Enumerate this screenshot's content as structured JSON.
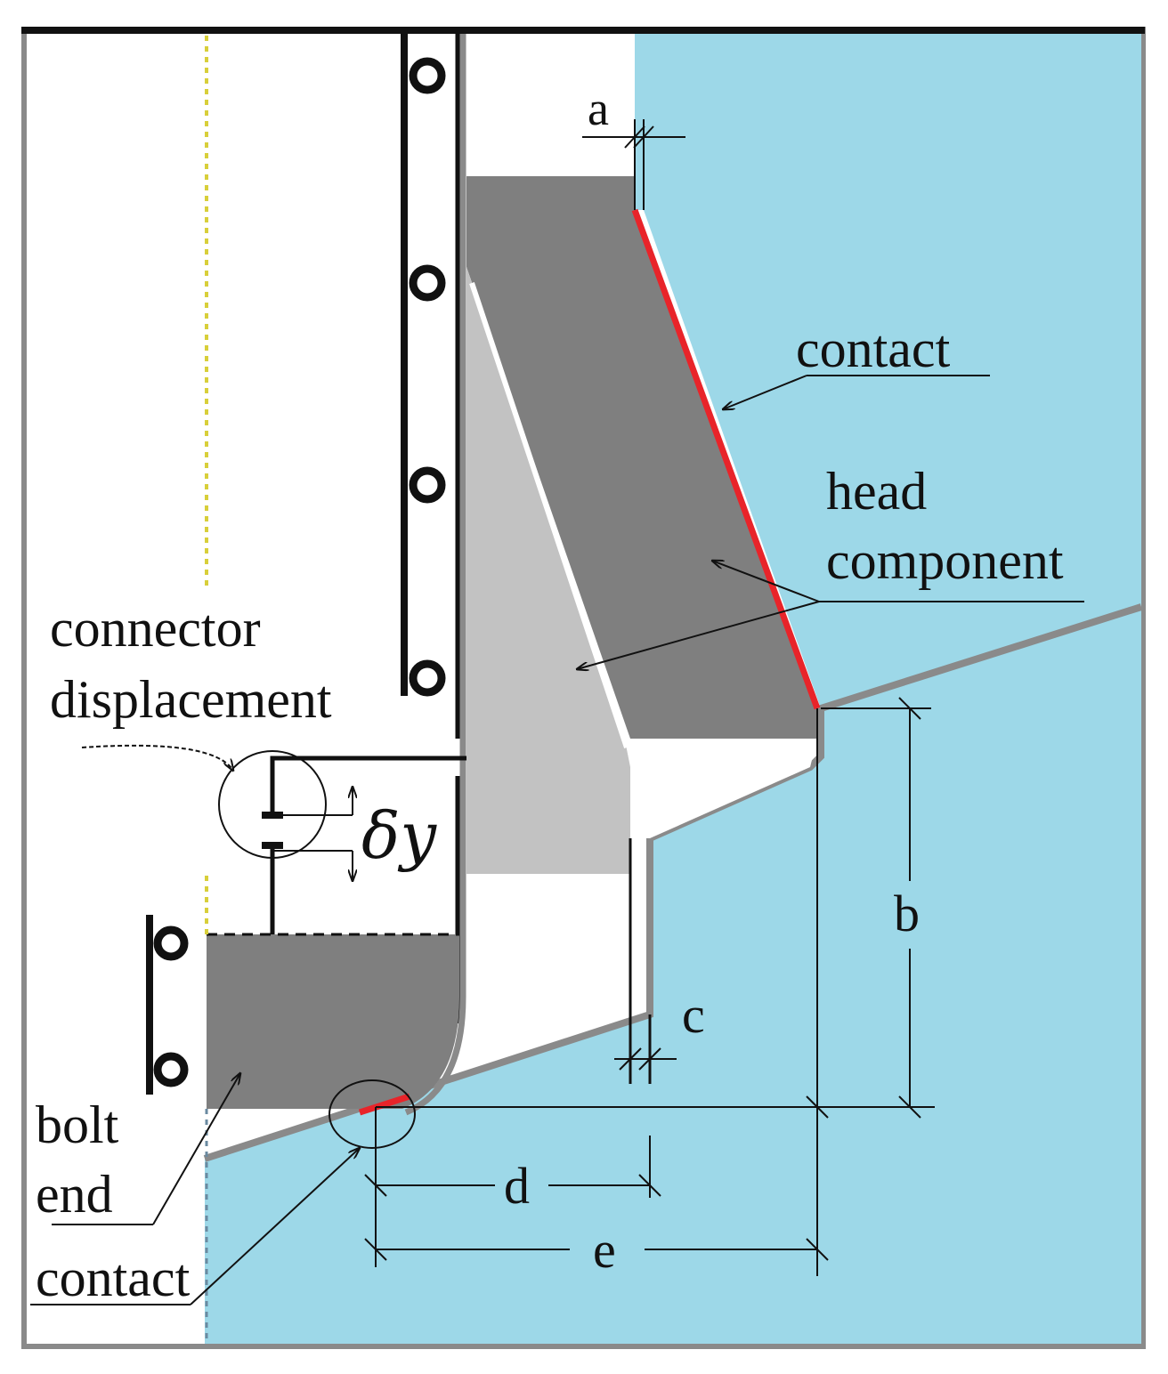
{
  "labels": {
    "contact_top": "contact",
    "head_line1": "head",
    "head_line2": "component",
    "connector_line1": "connector",
    "connector_line2": "displacement",
    "delta_y": "δy",
    "bolt_line1": "bolt",
    "bolt_line2": "end",
    "contact_bottom": "contact"
  },
  "dimensions": {
    "a": "a",
    "b": "b",
    "c": "c",
    "d": "d",
    "e": "e"
  },
  "colors": {
    "steel_region": "#9dd8e8",
    "head_component": "#7f7f7f",
    "light_part": "#c2c2c2",
    "bolt_end": "#7f7f7f",
    "contact_line": "#e8242a",
    "outline": "#8a8a8a",
    "axis_dashes": "#d8cf3a"
  }
}
